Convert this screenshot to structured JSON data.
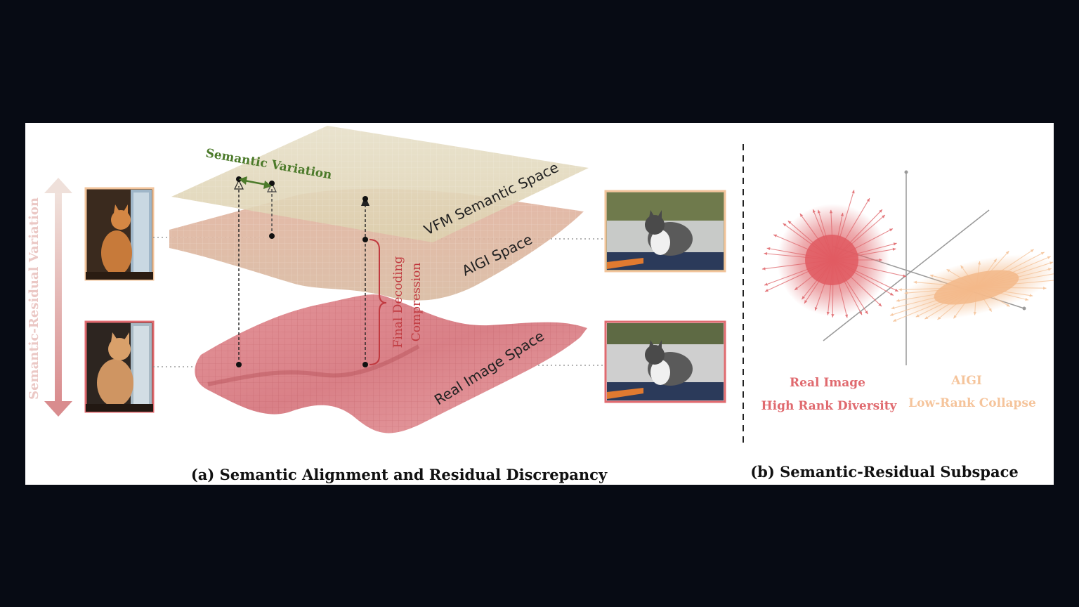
{
  "panel_a": {
    "caption": "(a) Semantic Alignment and Residual Discrepancy",
    "axis_label": "Semantic-Residual Variation",
    "semantic_variation": "Semantic Variation",
    "vfm_space": "VFM Semantic Space",
    "aigi_space": "AIGI Space",
    "real_space": "Real Image Space",
    "compression_line1": "Final Decoding",
    "compression_line2": "Compression"
  },
  "panel_b": {
    "caption": "(b) Semantic-Residual Subspace",
    "real_line1": "Real Image",
    "real_line2": "High Rank Diversity",
    "aigi_line1": "AIGI",
    "aigi_line2": "Low-Rank Collapse"
  },
  "colors": {
    "real": "#e06a6f",
    "aigi": "#f5c49b",
    "vfm": "#e8dcc2",
    "semantic_green": "#4c7a2a",
    "compression_red": "#c0393f"
  },
  "icons": [
    "cat-photo-orange-real",
    "cat-photo-orange-aigi",
    "cat-photo-bw-aigi",
    "cat-photo-bw-real"
  ]
}
